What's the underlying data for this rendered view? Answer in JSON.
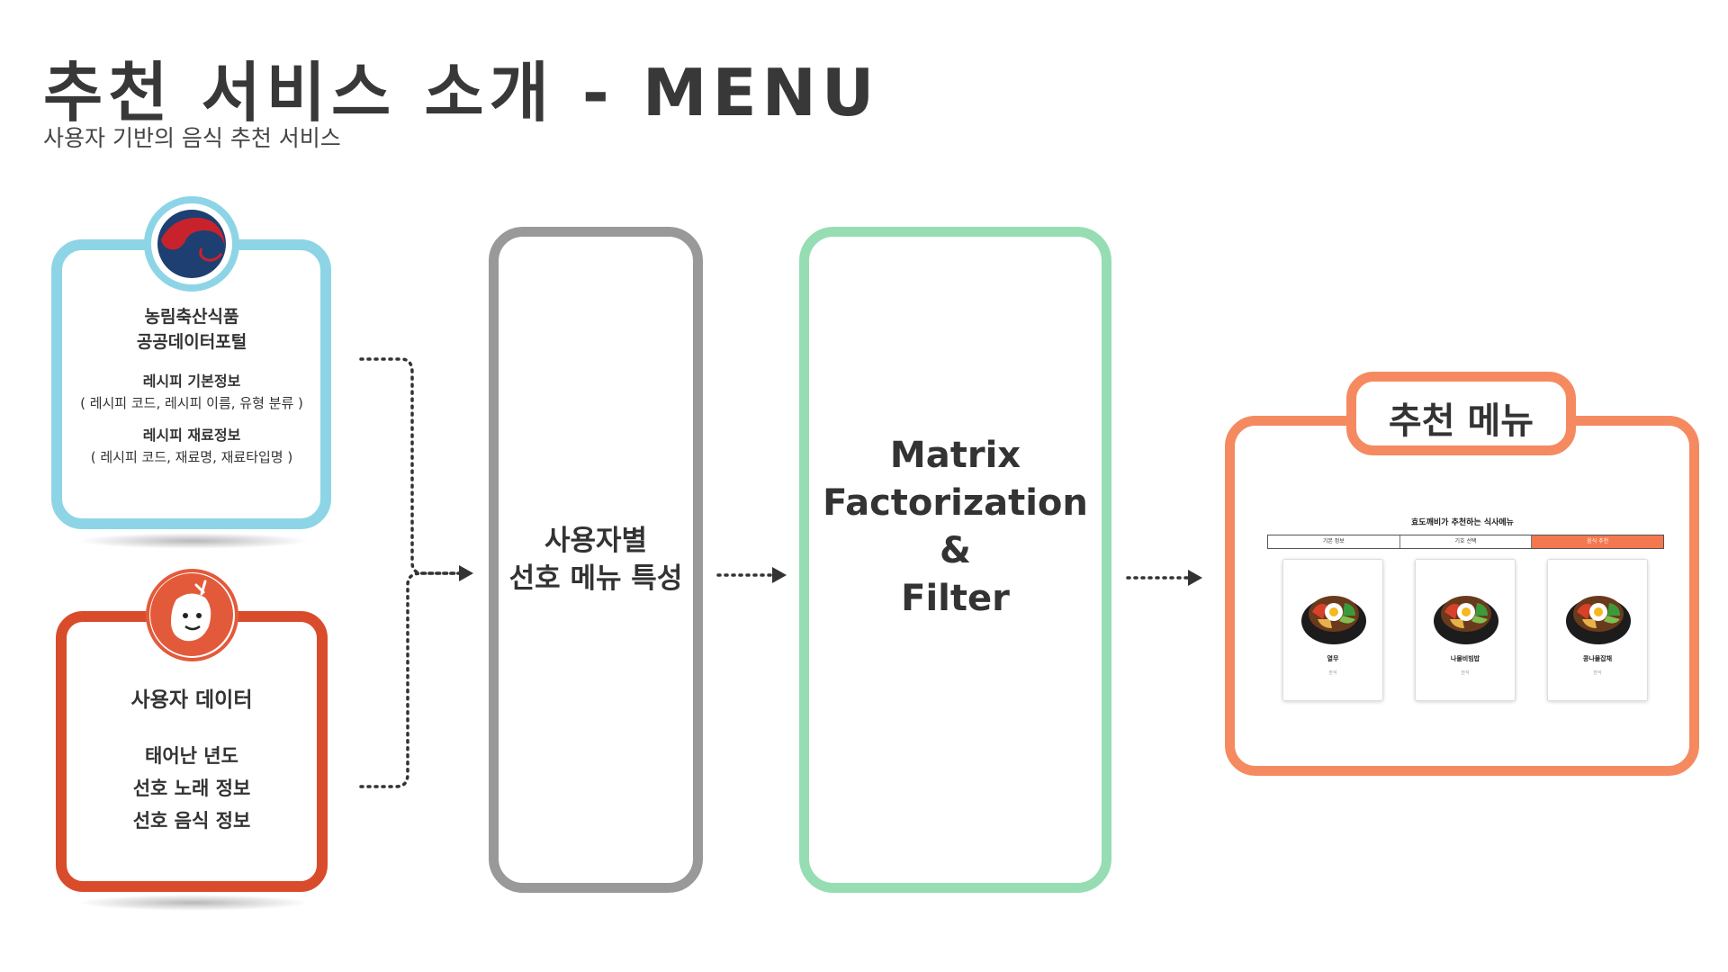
{
  "header": {
    "title": "추천 서비스 소개 - MENU",
    "subtitle": "사용자 기반의 음식 추천 서비스"
  },
  "sources": {
    "public_data": {
      "title_lines": [
        "농림축산식품",
        "공공데이터포털"
      ],
      "item1_title": "레시피 기본정보",
      "item1_detail": "( 레시피 코드, 레시피 이름, 유형 분류 )",
      "item2_title": "레시피 재료정보",
      "item2_detail": "( 레시피 코드, 재료명, 재료타입명 )",
      "logo_icon": "taegeuk-emblem-icon",
      "border_color": "#8dd5e6"
    },
    "user_data": {
      "title": "사용자 데이터",
      "items": [
        "태어난 년도",
        "선호 노래 정보",
        "선호 음식 정보"
      ],
      "logo_icon": "mascot-character-icon",
      "border_color": "#d94c2b"
    }
  },
  "pipeline": {
    "features": {
      "lines": [
        "사용자별",
        "선호 메뉴 특성"
      ],
      "border_color": "#999999"
    },
    "model": {
      "lines": [
        "Matrix",
        "Factorization",
        "&",
        "Filter"
      ],
      "border_color": "#96ddb3"
    }
  },
  "result": {
    "label": "추천 메뉴",
    "border_color": "#f58a60",
    "app_title": "효도깨비가 추천하는 식사메뉴",
    "tabs": [
      "기본 정보",
      "기호 선택",
      "음식 추천"
    ],
    "cards": [
      {
        "name": "열무",
        "category": "한식"
      },
      {
        "name": "나물비빔밥",
        "category": "한식"
      },
      {
        "name": "콩나물잡채",
        "category": "한식"
      }
    ]
  }
}
